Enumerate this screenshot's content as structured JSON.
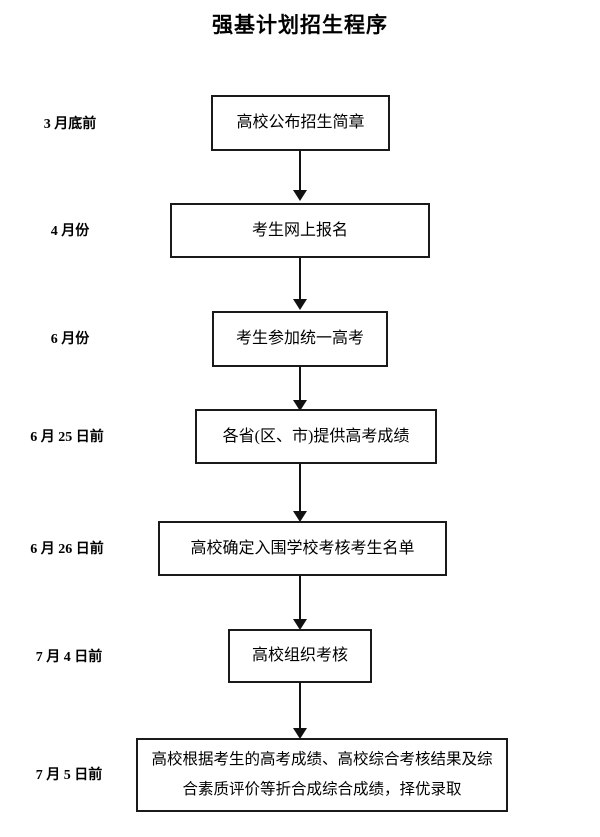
{
  "title": "强基计划招生程序",
  "flow": {
    "type": "flowchart",
    "orientation": "vertical",
    "steps": [
      {
        "date_label": "3 月底前",
        "box_text": "高校公布招生简章",
        "lines": 1
      },
      {
        "date_label": "4 月份",
        "box_text": "考生网上报名",
        "lines": 1
      },
      {
        "date_label": "6 月份",
        "box_text": "考生参加统一高考",
        "lines": 1
      },
      {
        "date_label": "6 月 25 日前",
        "box_text": "各省(区、市)提供高考成绩",
        "lines": 1
      },
      {
        "date_label": "6 月 26 日前",
        "box_text": "高校确定入围学校考核考生名单",
        "lines": 1
      },
      {
        "date_label": "7 月 4 日前",
        "box_text": "高校组织考核",
        "lines": 1
      },
      {
        "date_label": "7 月 5 日前",
        "box_text": "高校根据考生的高考成绩、高校综合考核结果及综合素质评价等折合成综合成绩，择优录取",
        "lines": 2
      }
    ],
    "connectors": 6,
    "connector_icon": "down-arrow-icon"
  },
  "colors": {
    "box_border": "#1a1a1a",
    "text": "#000000",
    "background": "#ffffff",
    "arrow": "#111111"
  }
}
